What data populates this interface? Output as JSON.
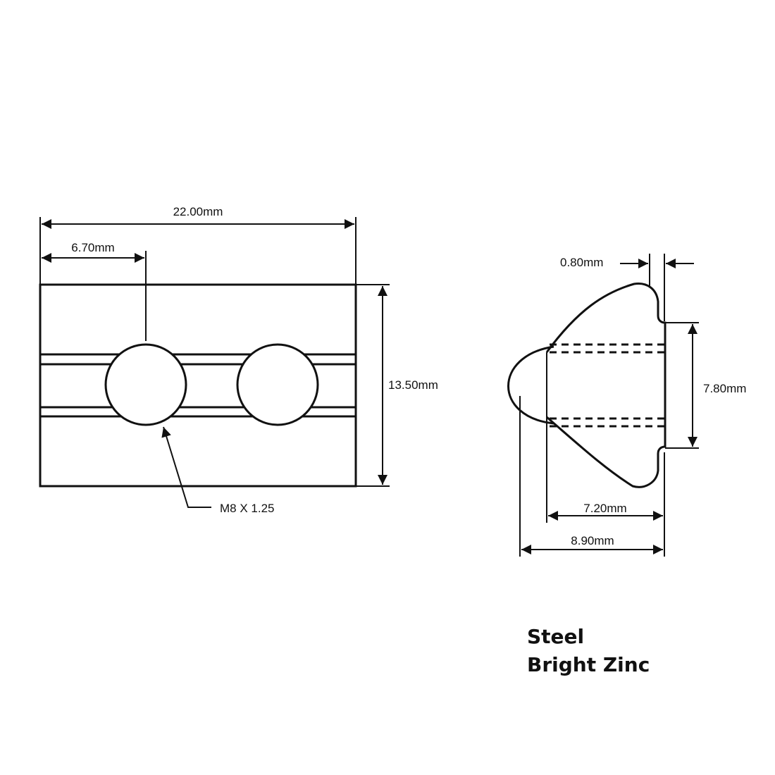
{
  "front_view": {
    "width_label": "22.00mm",
    "hole_offset_label": "6.70mm",
    "height_label": "13.50mm",
    "thread_label": "M8 X 1.25"
  },
  "side_view": {
    "lip_label": "0.80mm",
    "bore_label": "7.80mm",
    "body_depth_label": "7.20mm",
    "overall_depth_label": "8.90mm"
  },
  "material": {
    "line1": "Steel",
    "line2": "Bright Zinc"
  }
}
